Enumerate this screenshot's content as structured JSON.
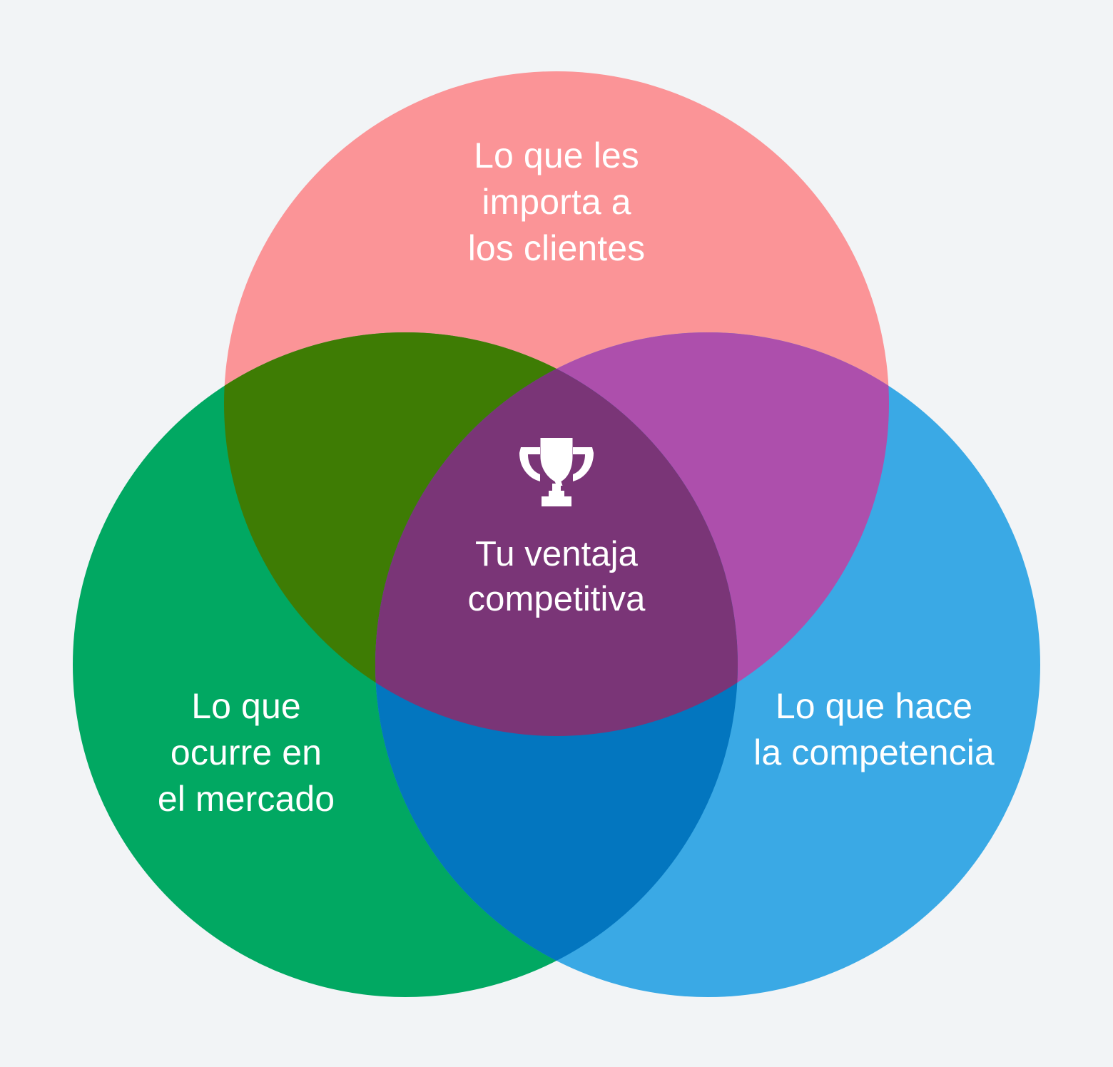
{
  "diagram": {
    "type": "venn",
    "title": "Tu ventaja competitiva",
    "background_color": "#f2f4f6",
    "text_color": "#ffffff",
    "sets": [
      {
        "id": "clientes",
        "position": "top",
        "label": "Lo que les\nimporta a\nlos clientes",
        "color": "#fb9497"
      },
      {
        "id": "mercado",
        "position": "bottom-left",
        "label": "Lo que\nocurre en\nel mercado",
        "color": "#01a862"
      },
      {
        "id": "competencia",
        "position": "bottom-right",
        "label": "Lo que hace\nla competencia",
        "color": "#3aa9e5"
      }
    ],
    "intersections": [
      {
        "id": "clientes-mercado",
        "sets": [
          "clientes",
          "mercado"
        ],
        "color": "#3e7c04"
      },
      {
        "id": "clientes-competencia",
        "sets": [
          "clientes",
          "competencia"
        ],
        "color": "#ad4fac"
      },
      {
        "id": "mercado-competencia",
        "sets": [
          "mercado",
          "competencia"
        ],
        "color": "#0376bf"
      },
      {
        "id": "center",
        "sets": [
          "clientes",
          "mercado",
          "competencia"
        ],
        "color": "#7a3577"
      }
    ],
    "center": {
      "icon": "trophy-icon",
      "label": "Tu ventaja\ncompetitiva"
    }
  }
}
